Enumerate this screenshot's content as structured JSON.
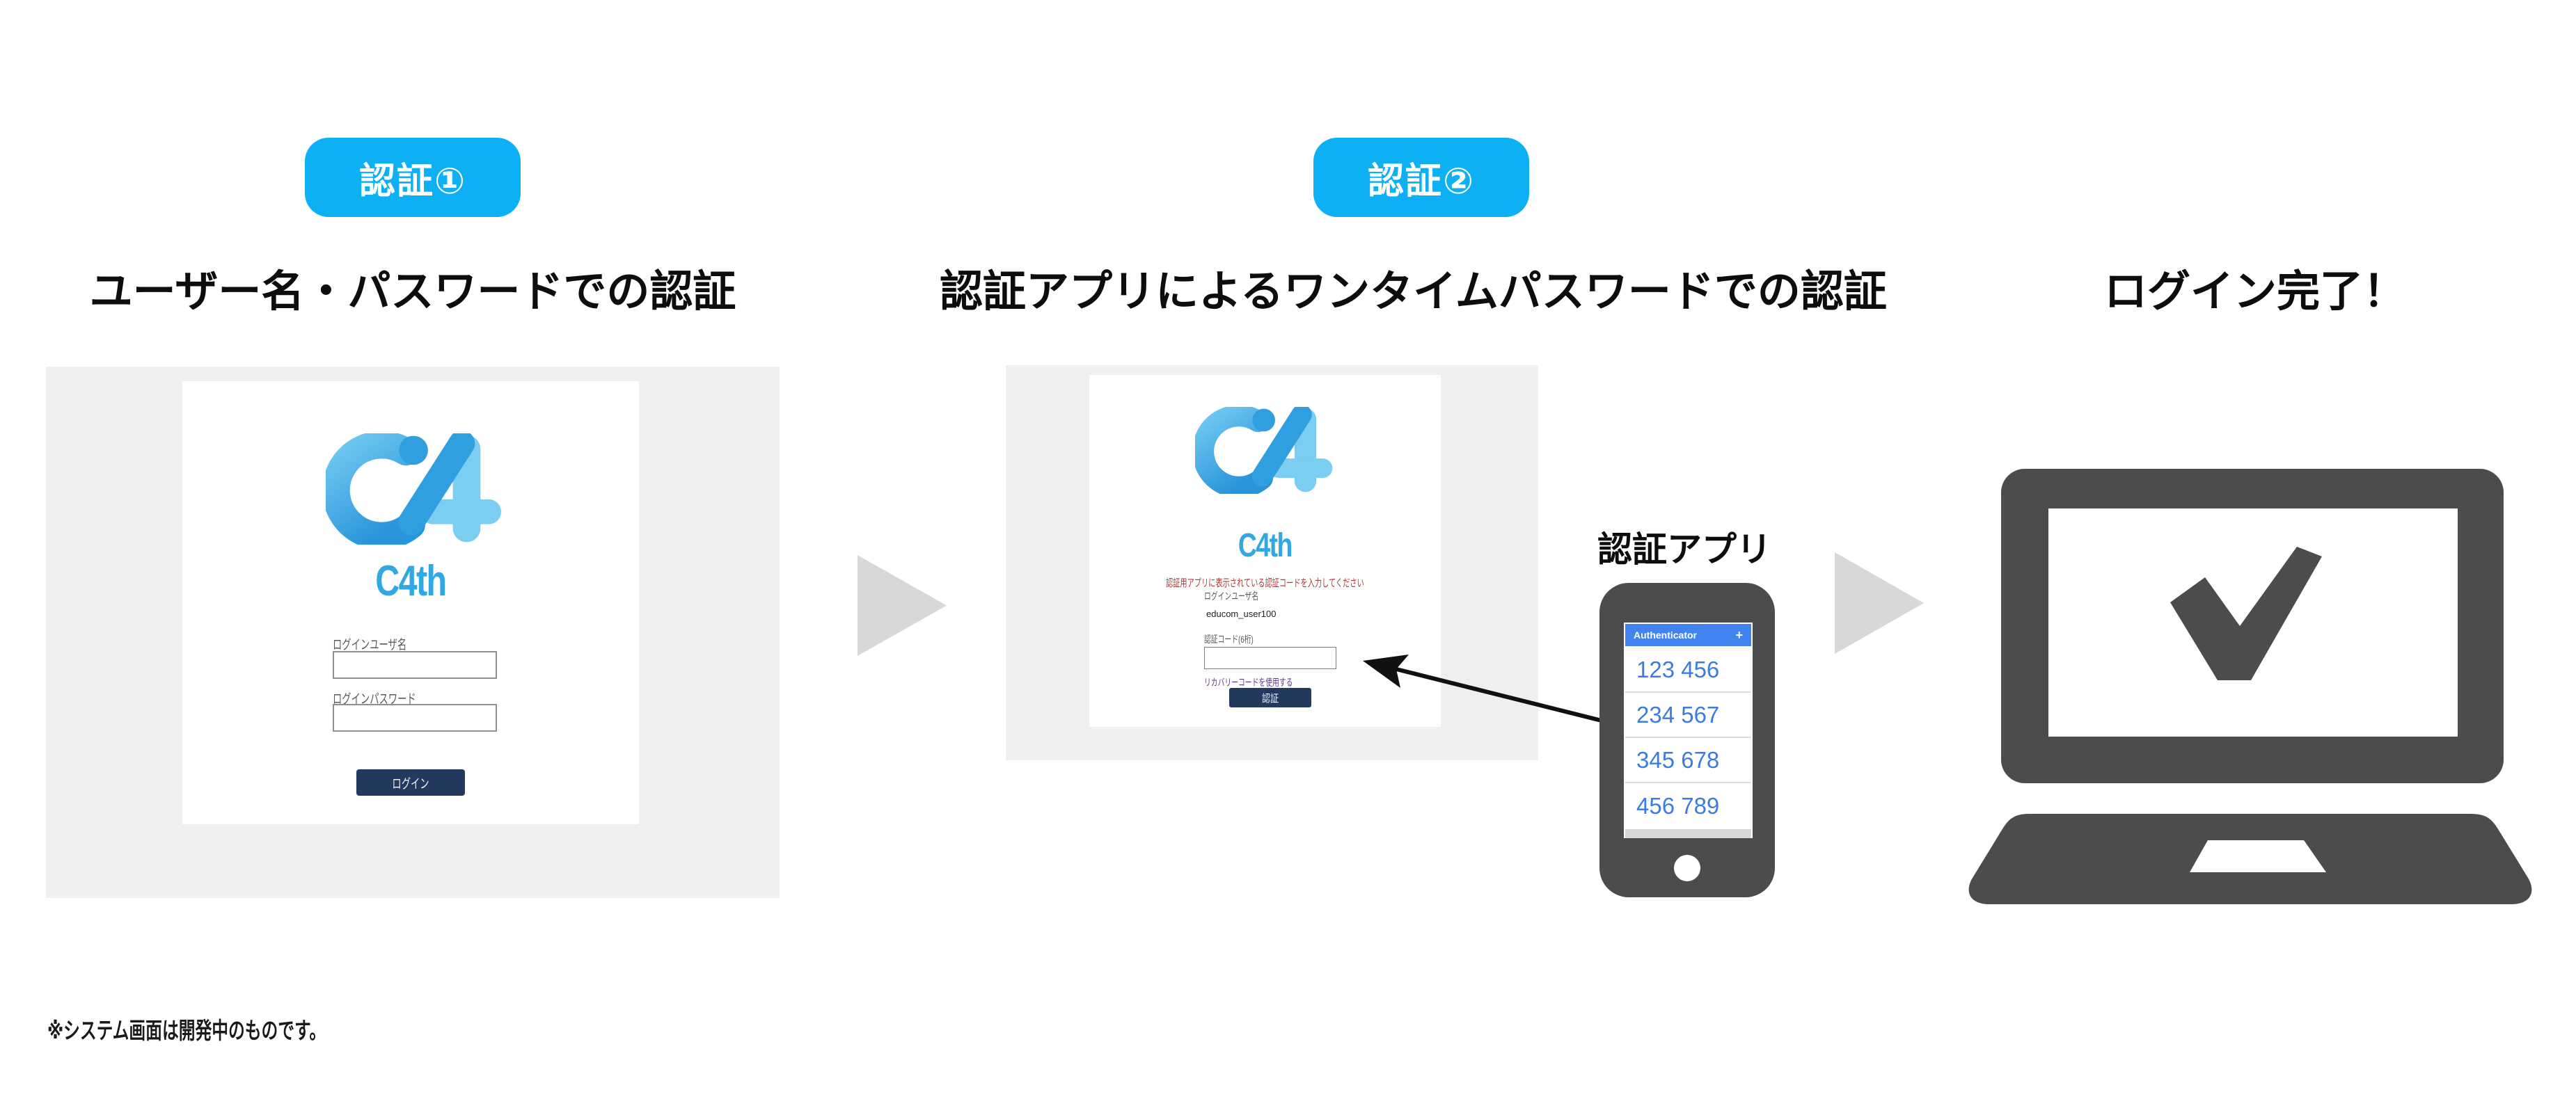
{
  "steps": {
    "step1": {
      "badge": "認証①",
      "title": "ユーザー名・パスワードでの認証"
    },
    "step2": {
      "badge": "認証②",
      "title": "認証アプリによるワンタイムパスワードでの認証"
    },
    "done": {
      "title": "ログイン完了！"
    }
  },
  "login_screen": {
    "logo_text": "C4th",
    "username_label": "ログインユーザ名",
    "password_label": "ログインパスワード",
    "login_button": "ログイン"
  },
  "otp_screen": {
    "logo_text": "C4th",
    "instruction": "認証用アプリに表示されている認証コードを入力してください",
    "username_label": "ログインユーザ名",
    "username_value": "educom_user100",
    "code_label": "認証コード(6桁)",
    "recovery_link": "リカバリーコードを使用する",
    "auth_button": "認証"
  },
  "authenticator": {
    "label": "認証アプリ",
    "app_title": "Authenticator",
    "add_button": "+",
    "codes": [
      "123 456",
      "234 567",
      "345 678",
      "456 789"
    ]
  },
  "footnote": "※システム画面は開発中のものです。",
  "colors": {
    "badge_blue": "#0db0f2",
    "logo_blue": "#2f9fe0",
    "logo_light_blue": "#7bcdf2",
    "wordmark_blue": "#2fa8e3",
    "navy_button": "#233a5e",
    "error_red": "#b13b3b",
    "link_purple": "#5d3a8e",
    "authenticator_header_blue": "#4184f0",
    "code_blue": "#3c7ce2",
    "device_gray": "#4c4c4e",
    "panel_gray": "#f0efee",
    "arrow_gray": "#d8d8d8"
  }
}
